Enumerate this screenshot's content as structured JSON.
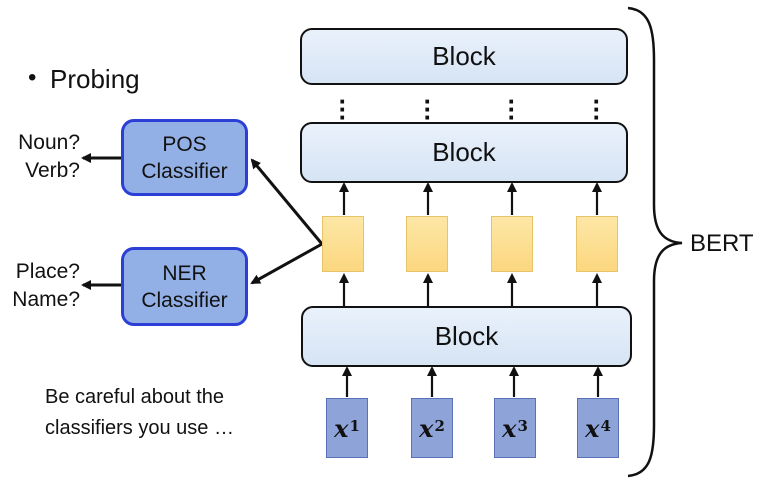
{
  "probing_label": "Probing",
  "bullet": "•",
  "block_label": "Block",
  "bert_label": "BERT",
  "pos_classifier": {
    "line1": "POS",
    "line2": "Classifier"
  },
  "ner_classifier": {
    "line1": "NER",
    "line2": "Classifier"
  },
  "pos_outputs": {
    "line1": "Noun?",
    "line2": "Verb?"
  },
  "ner_outputs": {
    "line1": "Place?",
    "line2": "Name?"
  },
  "note": {
    "line1": "Be careful about the",
    "line2": "classifiers you use …"
  },
  "tokens": [
    {
      "base": "x",
      "sup": "1"
    },
    {
      "base": "x",
      "sup": "2"
    },
    {
      "base": "x",
      "sup": "3"
    },
    {
      "base": "x",
      "sup": "4"
    }
  ],
  "colors": {
    "classifier_border": "#2b3fd6",
    "classifier_fill": "#93b0e6",
    "hidden_fill": "#fbd77f",
    "token_fill": "#8ea4d8"
  }
}
